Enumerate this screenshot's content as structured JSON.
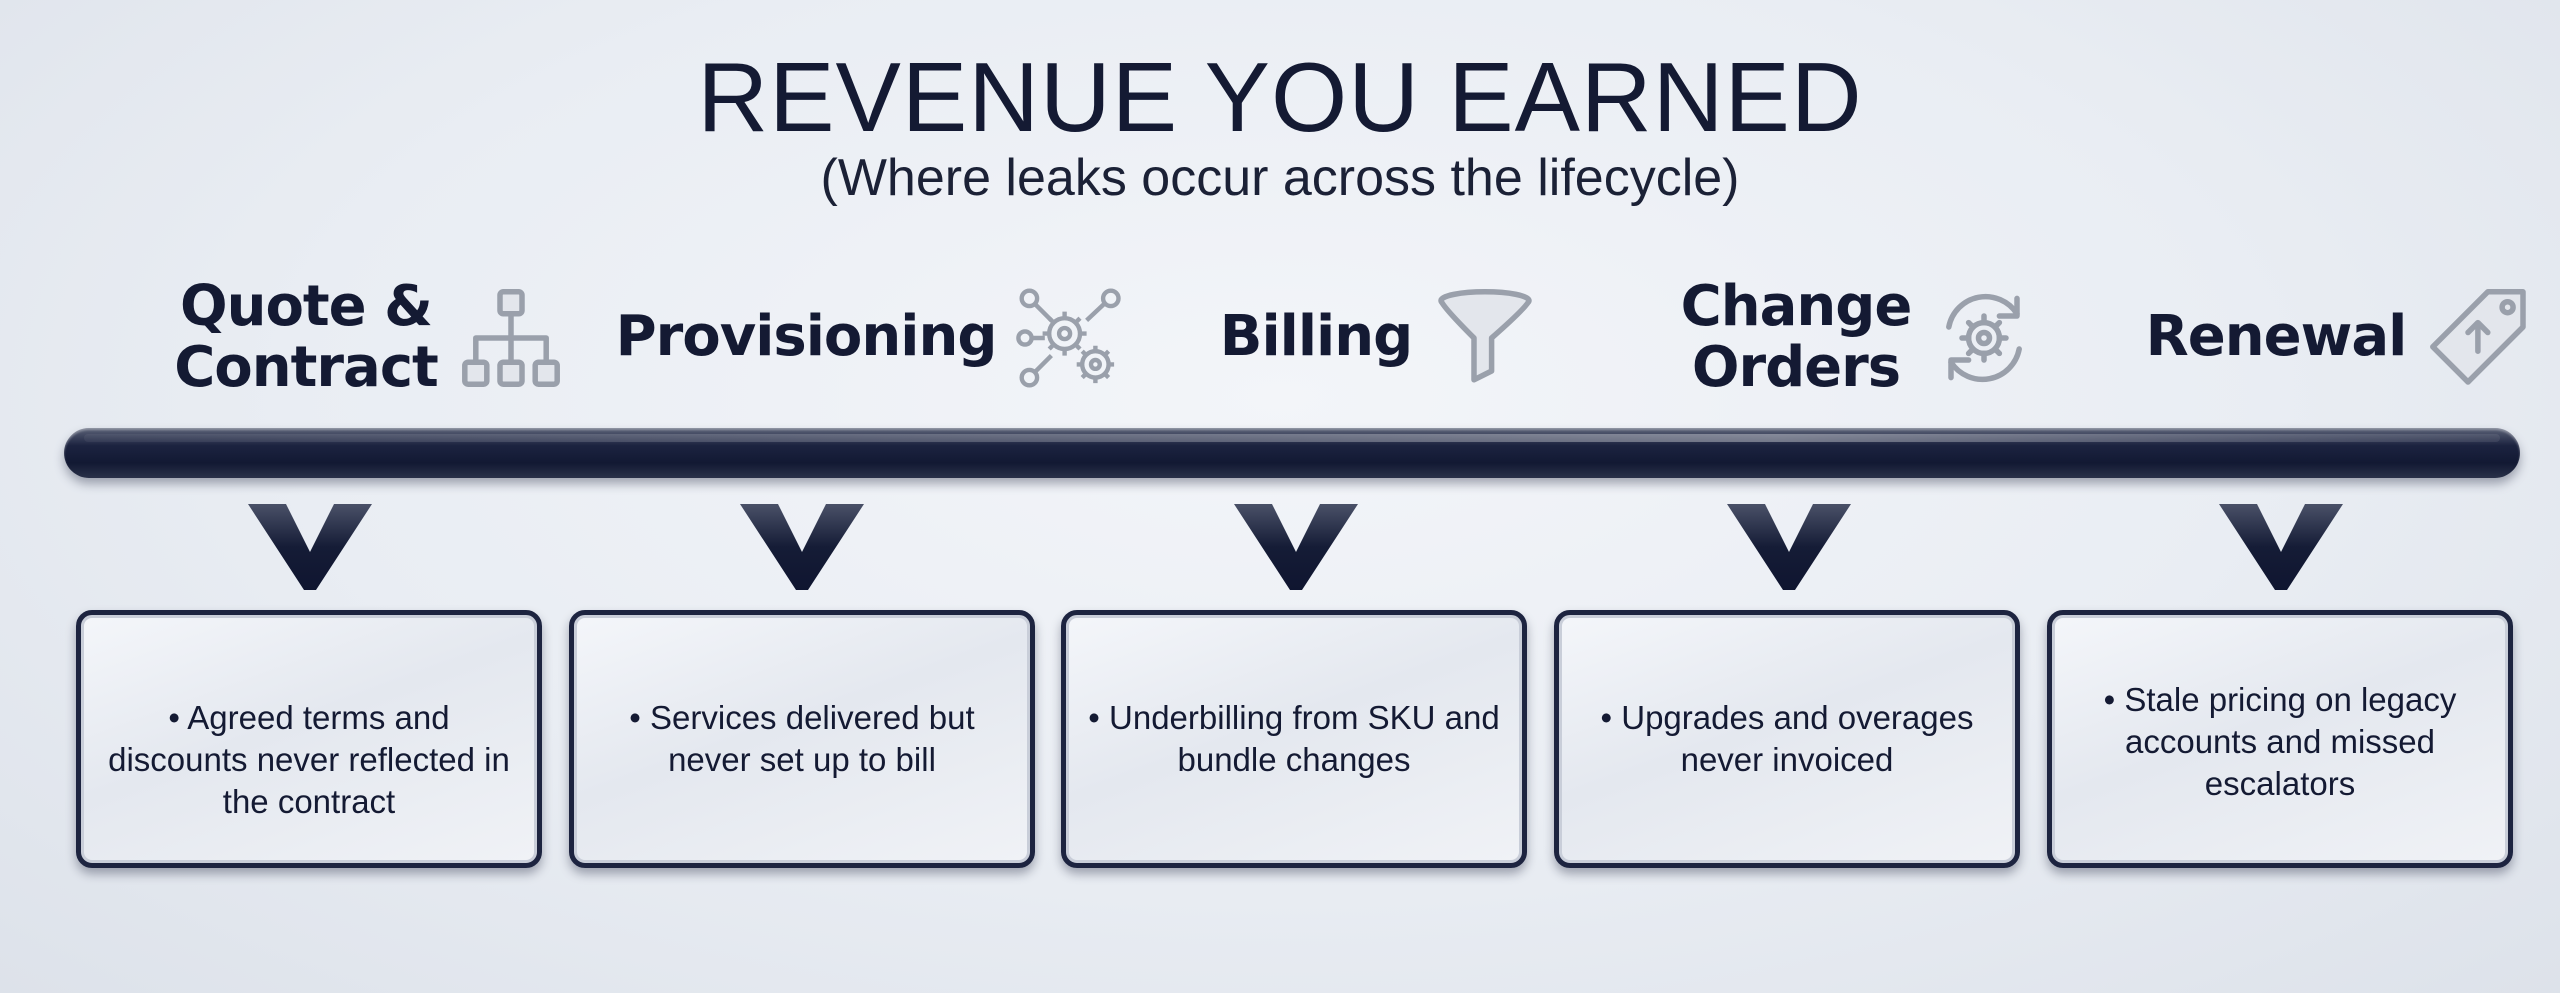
{
  "header": {
    "title": "REVENUE YOU EARNED",
    "subtitle": "(Where leaks occur across the lifecycle)"
  },
  "stages": [
    {
      "label_lines": [
        "Quote &",
        "Contract"
      ],
      "icon": "org-chart-icon",
      "leak": "• Agreed terms and discounts never reflected in the contract"
    },
    {
      "label_lines": [
        "Provisioning"
      ],
      "icon": "network-gears-icon",
      "leak": "• Services delivered but never set up to bill"
    },
    {
      "label_lines": [
        "Billing"
      ],
      "icon": "funnel-icon",
      "leak": "• Underbilling from SKU and bundle changes"
    },
    {
      "label_lines": [
        "Change",
        "Orders"
      ],
      "icon": "refresh-gear-icon",
      "leak": "• Upgrades and overages never invoiced"
    },
    {
      "label_lines": [
        "Renewal"
      ],
      "icon": "price-tag-icon",
      "leak": "• Stale pricing on legacy accounts and missed escalators"
    }
  ],
  "colors": {
    "navy": "#141a33",
    "icon_gray": "#9aa0ab",
    "background": "#e9edf3"
  }
}
